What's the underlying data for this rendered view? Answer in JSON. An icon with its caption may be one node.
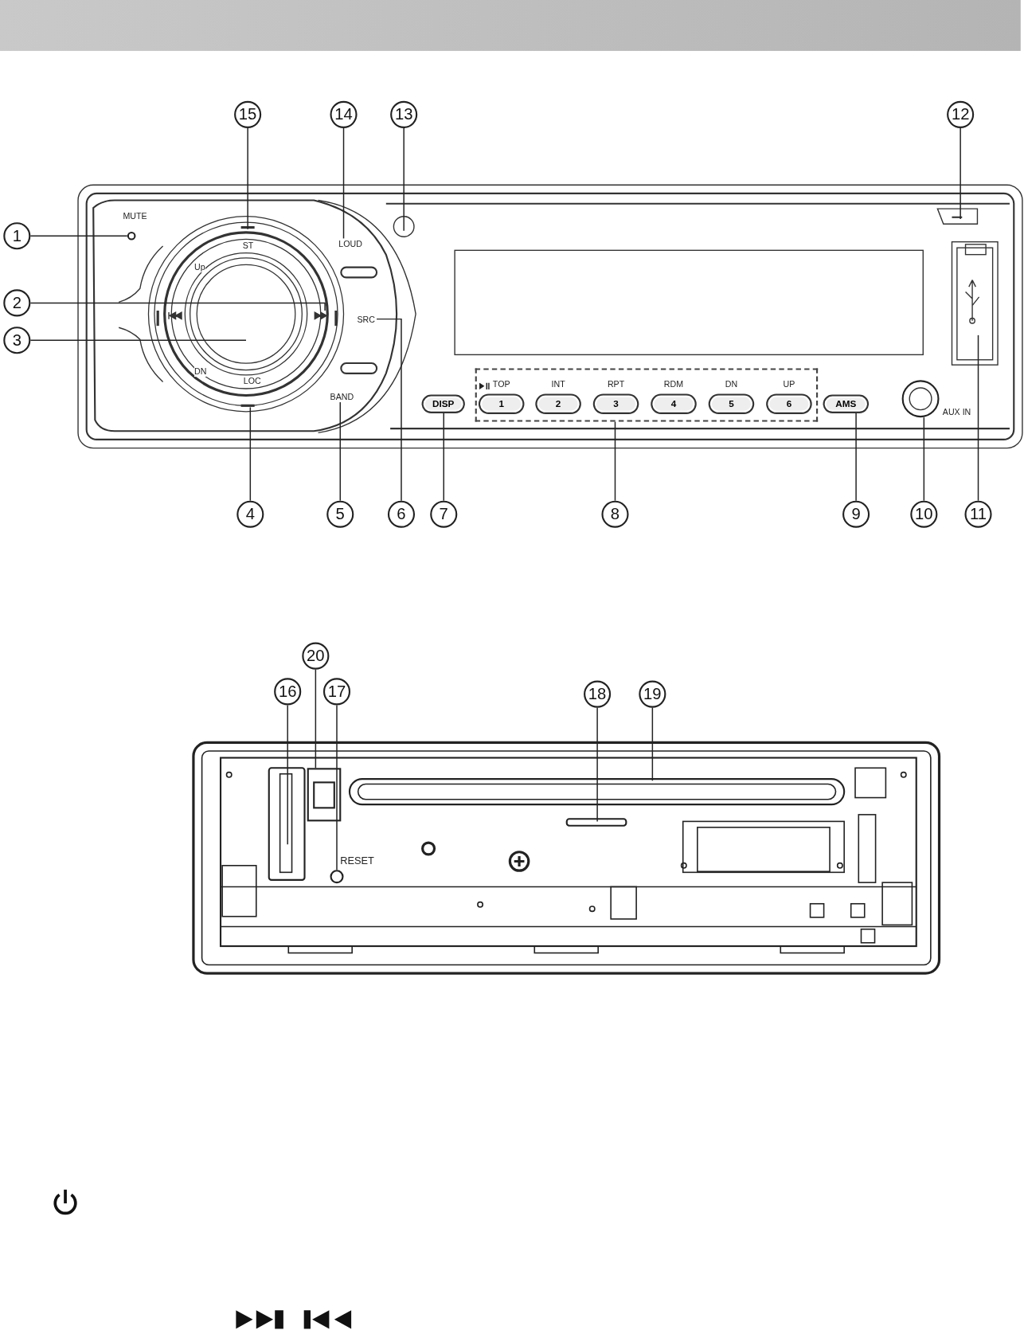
{
  "diagram": {
    "nodes": [
      {
        "text": [
          "1"
        ]
      },
      {
        "text": [
          "2"
        ]
      },
      {
        "text": [
          "3"
        ]
      },
      {
        "text": [
          "4"
        ]
      },
      {
        "text": [
          "5"
        ]
      },
      {
        "text": [
          "6"
        ]
      },
      {
        "text": [
          "7"
        ]
      },
      {
        "text": [
          "8"
        ]
      },
      {
        "text": [
          "9"
        ]
      },
      {
        "text": [
          "10"
        ]
      },
      {
        "text": [
          "11"
        ]
      },
      {
        "text": [
          "12"
        ]
      },
      {
        "text": [
          "13"
        ]
      },
      {
        "text": [
          "14"
        ]
      },
      {
        "text": [
          "15"
        ]
      },
      {
        "text": [
          "16"
        ]
      },
      {
        "text": [
          "17"
        ]
      },
      {
        "text": [
          "18"
        ]
      },
      {
        "text": [
          "19"
        ]
      },
      {
        "text": [
          "20"
        ]
      },
      {
        "text": [
          "DISP"
        ]
      },
      {
        "text": [],
        "shape": "box"
      },
      {
        "text": [
          "1"
        ],
        "in": 21,
        "beside": [
          "TOP"
        ]
      },
      {
        "text": [
          "2"
        ],
        "in": 21,
        "beside": [
          "INT"
        ]
      },
      {
        "text": [
          "3"
        ],
        "in": 21,
        "beside": [
          "RPT"
        ]
      },
      {
        "text": [
          "4"
        ],
        "in": 21,
        "beside": [
          "RDM"
        ]
      },
      {
        "text": [
          "5"
        ],
        "in": 21,
        "beside": [
          "DN"
        ]
      },
      {
        "text": [
          "6"
        ],
        "in": 21,
        "beside": [
          "UP"
        ]
      },
      {
        "text": [
          "AMS"
        ]
      },
      {
        "text": [
          "LOUD"
        ]
      },
      {
        "text": [
          "SRC"
        ]
      },
      {
        "text": [
          "BAND"
        ]
      },
      {
        "text": [],
        "shape": "circle",
        "beside": [
          "AUX IN"
        ]
      },
      {
        "text": [],
        "shape": "circle",
        "beside": [
          "RESET"
        ]
      },
      {
        "text": [],
        "shape": "box"
      },
      {
        "text": [],
        "shape": "circle",
        "beside": [
          "MUTE"
        ]
      }
    ],
    "edges": [
      {
        "from": 0,
        "to": 35,
        "arrow": "none"
      },
      {
        "from": 1,
        "to": null,
        "arrow": "none"
      },
      {
        "from": 2,
        "to": null,
        "arrow": "none"
      },
      {
        "from": 3,
        "to": null,
        "arrow": "none"
      },
      {
        "from": 4,
        "to": 31,
        "arrow": "none"
      },
      {
        "from": 5,
        "to": 30,
        "arrow": "none"
      },
      {
        "from": 6,
        "to": 20,
        "arrow": "none"
      },
      {
        "from": 7,
        "to": 21,
        "arrow": "none"
      },
      {
        "from": 8,
        "to": 28,
        "arrow": "none"
      },
      {
        "from": 9,
        "to": 32,
        "arrow": "none"
      },
      {
        "from": 10,
        "to": null,
        "arrow": "none"
      },
      {
        "from": 11,
        "to": null,
        "arrow": "none"
      },
      {
        "from": 12,
        "to": null,
        "arrow": "none"
      },
      {
        "from": 13,
        "to": 29,
        "arrow": "none"
      },
      {
        "from": 14,
        "to": null,
        "arrow": "none"
      },
      {
        "from": 15,
        "to": null,
        "arrow": "none"
      },
      {
        "from": 16,
        "to": 33,
        "arrow": "none"
      },
      {
        "from": 17,
        "to": null,
        "arrow": "none"
      },
      {
        "from": 18,
        "to": null,
        "arrow": "none"
      },
      {
        "from": 19,
        "to": 34,
        "arrow": "none"
      }
    ],
    "labels": [
      "ST",
      "Up",
      "DN",
      "LOC"
    ]
  }
}
